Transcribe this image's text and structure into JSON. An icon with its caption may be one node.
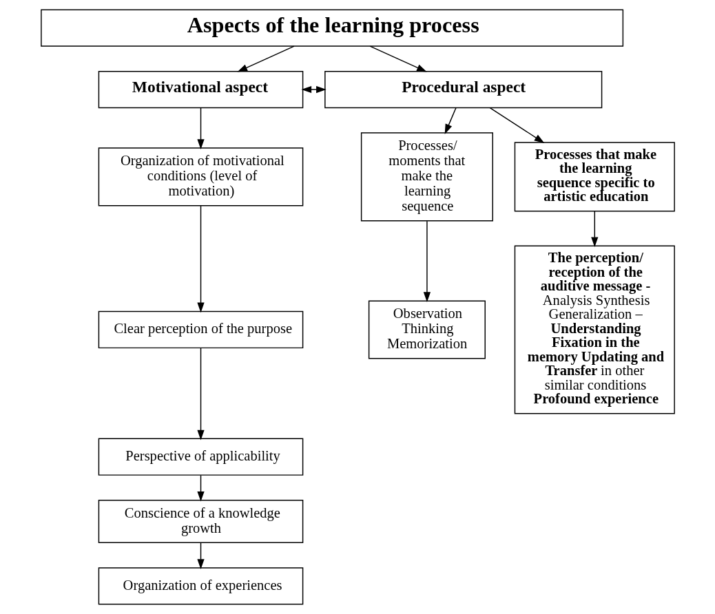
{
  "diagram": {
    "nodes": [
      {
        "text": [
          "Aspects of the learning process"
        ]
      },
      {
        "text": [
          "Motivational aspect"
        ]
      },
      {
        "text": [
          "Procedural aspect"
        ]
      },
      {
        "text": [
          "Organization of motivational conditions (level of motivation)"
        ]
      },
      {
        "text": [
          "Clear perception of the purpose"
        ]
      },
      {
        "text": [
          "Perspective of applicability"
        ]
      },
      {
        "text": [
          "Conscience of a knowledge growth"
        ]
      },
      {
        "text": [
          "Organization of experiences"
        ]
      },
      {
        "text": [
          "Processes/ moments that make the learning sequence"
        ]
      },
      {
        "text": [
          "Processes that make the learning sequence specific to artistic education"
        ]
      },
      {
        "text": [
          "Observation Thinking Memorization"
        ]
      },
      {
        "text": [
          "**The perception/ reception of the auditive message -** Analysis Synthesis Generalization – **Understanding Fixation in the memory Updating and Transfer** in other similar conditions **Profound experience**"
        ]
      }
    ],
    "edges": [
      {
        "from": 0,
        "to": 1,
        "arrow": "to"
      },
      {
        "from": 0,
        "to": 2,
        "arrow": "to"
      },
      {
        "from": 1,
        "to": 2,
        "arrow": "both"
      },
      {
        "from": 1,
        "to": 3,
        "arrow": "to"
      },
      {
        "from": 3,
        "to": 4,
        "arrow": "to"
      },
      {
        "from": 4,
        "to": 5,
        "arrow": "to"
      },
      {
        "from": 5,
        "to": 6,
        "arrow": "to"
      },
      {
        "from": 6,
        "to": 7,
        "arrow": "to"
      },
      {
        "from": 2,
        "to": 8,
        "arrow": "to"
      },
      {
        "from": 2,
        "to": 9,
        "arrow": "to"
      },
      {
        "from": 8,
        "to": 10,
        "arrow": "to"
      },
      {
        "from": 9,
        "to": 11,
        "arrow": "to"
      }
    ]
  }
}
